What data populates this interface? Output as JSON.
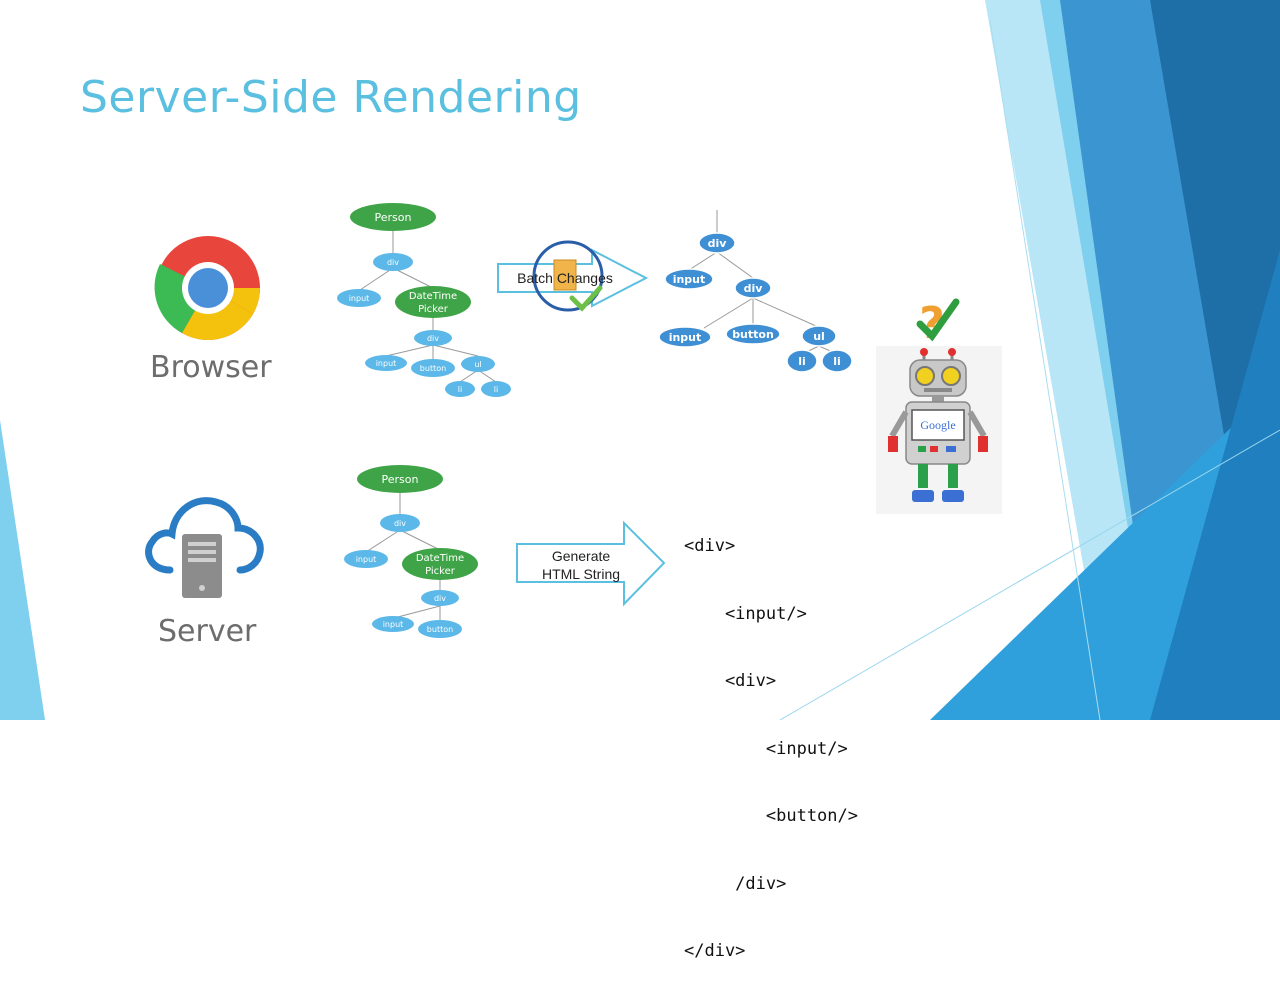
{
  "slide": {
    "title": "Server-Side Rendering",
    "browser_label": "Browser",
    "server_label": "Server"
  },
  "browser_tree": {
    "nodes": [
      "Person",
      "div",
      "input",
      "DateTime Picker",
      "div",
      "input",
      "button",
      "ul",
      "li",
      "li"
    ]
  },
  "batch_arrow": {
    "label": "Batch Changes"
  },
  "result_tree": {
    "nodes": [
      "div",
      "input",
      "div",
      "input",
      "button",
      "ul",
      "li",
      "li"
    ]
  },
  "server_tree": {
    "nodes": [
      "Person",
      "div",
      "input",
      "DateTime Picker",
      "div",
      "input",
      "button"
    ]
  },
  "generate_arrow": {
    "label_line1": "Generate",
    "label_line2": "HTML String"
  },
  "code_lines": [
    "<div>",
    "    <input/>",
    "    <div>",
    "        <input/>",
    "        <button/>",
    "     /div>",
    "</div>"
  ],
  "robot": {
    "screen_text": "Google",
    "mark": "?"
  },
  "colors": {
    "accent": "#5bc0e0",
    "green_node": "#3fa447",
    "blue_node": "#4a9fd8",
    "light_blue_node": "#5bb8e8"
  }
}
